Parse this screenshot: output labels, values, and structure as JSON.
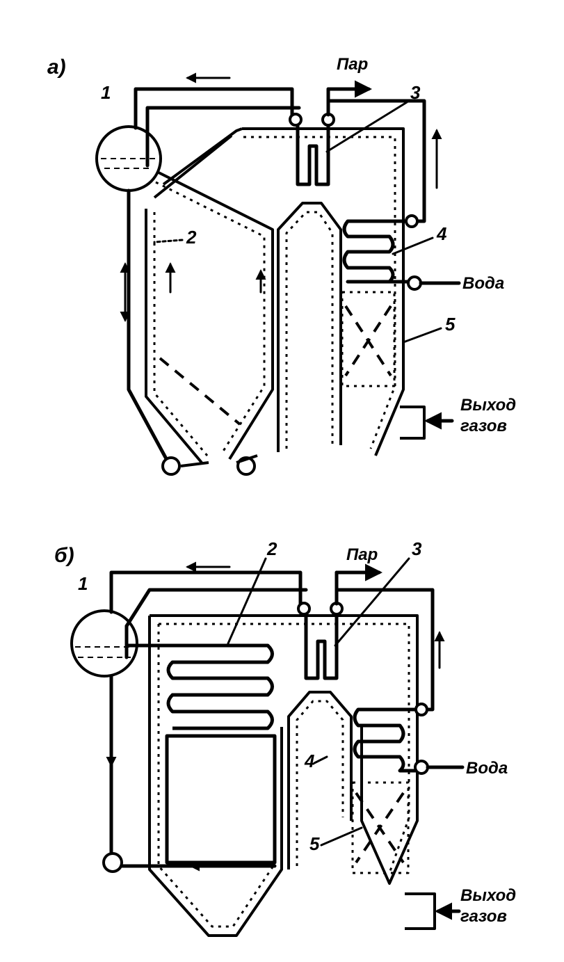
{
  "diagram_a": {
    "panel_label": "а)",
    "numbers": [
      "1",
      "2",
      "3",
      "4",
      "5"
    ],
    "steam_label": "Пар",
    "water_label": "Вода",
    "gas_exit_line1": "Выход",
    "gas_exit_line2": "газов"
  },
  "diagram_b": {
    "panel_label": "б)",
    "numbers": [
      "1",
      "2",
      "3",
      "4",
      "5"
    ],
    "steam_label": "Пар",
    "water_label": "Вода",
    "gas_exit_line1": "Выход",
    "gas_exit_line2": "газов"
  }
}
